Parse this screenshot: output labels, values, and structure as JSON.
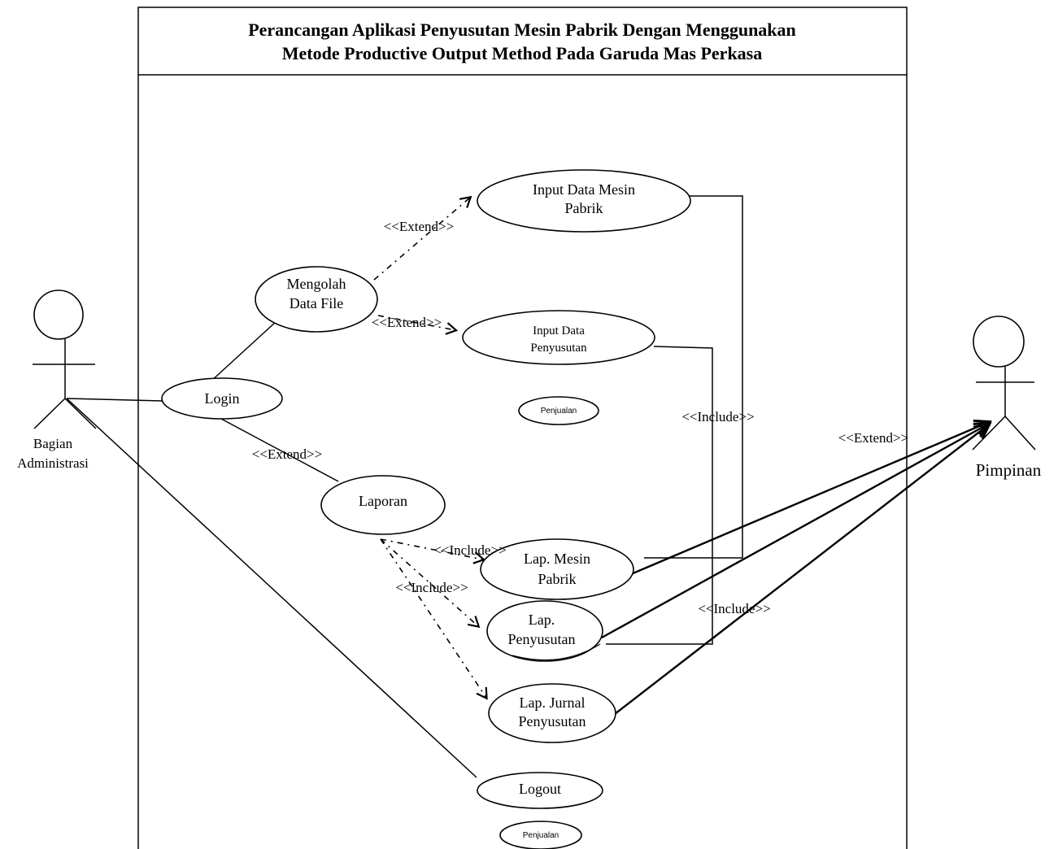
{
  "title": {
    "line1": "Perancangan Aplikasi Penyusutan Mesin Pabrik Dengan Menggunakan",
    "line2": "Metode Productive Output Method Pada Garuda Mas Perkasa"
  },
  "actors": {
    "admin": {
      "line1": "Bagian",
      "line2": "Administrasi"
    },
    "pimpinan": {
      "label": "Pimpinan"
    }
  },
  "use_cases": {
    "login": "Login",
    "mengolah": {
      "line1": "Mengolah",
      "line2": "Data File"
    },
    "input_mesin": {
      "line1": "Input Data Mesin",
      "line2": "Pabrik"
    },
    "input_penyusutan": {
      "line1": "Input Data",
      "line2": "Penyusutan"
    },
    "penjualan_1": "Penjualan",
    "laporan": "Laporan",
    "lap_mesin": {
      "line1": "Lap. Mesin",
      "line2": "Pabrik"
    },
    "lap_penyusutan": {
      "line1": "Lap.",
      "line2": "Penyusutan"
    },
    "lap_jurnal": {
      "line1": "Lap. Jurnal",
      "line2": "Penyusutan"
    },
    "logout": "Logout",
    "penjualan_2": "Penjualan"
  },
  "relations": {
    "extend_input_mesin": "<<Extend>>",
    "extend_input_penyusutan": "<<Extend>>",
    "extend_laporan": "<<Extend>>",
    "extend_pimpinan": "<<Extend>>",
    "include_lap_mesin": "<<Include>>",
    "include_lap_penyusutan": "<<Include>>",
    "include_right_top": "<<Include>>",
    "include_right_bottom": "<<Include>>"
  }
}
